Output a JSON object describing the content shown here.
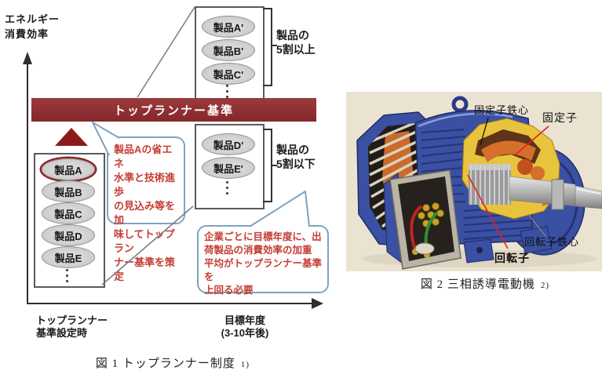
{
  "colors": {
    "banner_bg": "#85272b",
    "banner_bg_light": "#9a3a3c",
    "banner_text": "#ffffff",
    "accent_dark_red": "#8e1b1b",
    "bubble_border": "#7fa3c0",
    "bubble_text": "#c43c34",
    "ellipse_fill": "#c2c2c2",
    "ellipse_border": "#8f8f8f",
    "highlight_ring": "#8e2424",
    "box_border": "#5a5a5a",
    "line_gray": "#7a7a7a",
    "axis_color": "#2e2e2e",
    "photo_bg": "#eae3d2",
    "motor_blue": "#3a50a2",
    "motor_blue_dark": "#232b66",
    "motor_orange": "#d4702c",
    "motor_yellow": "#e8c33c",
    "wire_red": "#c42222",
    "wire_green": "#2f8f2f",
    "label_line_red": "#e02222"
  },
  "fig1": {
    "y_axis_label": "エネルギー\n消費効率",
    "banner_label": "トップランナー基準",
    "current_products": [
      "製品A",
      "製品B",
      "製品C",
      "製品D",
      "製品E"
    ],
    "future_top_products": [
      "製品A'",
      "製品B'",
      "製品C'"
    ],
    "future_bottom_products": [
      "製品D'",
      "製品E'"
    ],
    "top_bracket_label": "製品の\n5割以上",
    "bottom_bracket_label": "製品の\n5割以下",
    "bubble_standard": [
      "製品Aの省エネ",
      "水準と技術進歩",
      "の見込み等を加",
      "味してトップラン",
      "ナー基準を策定"
    ],
    "bubble_target": [
      "企業ごとに目標年度に、出",
      "荷製品の消費効率の加重",
      "平均がトップランナー基準を",
      "上回る必要"
    ],
    "x_axis_left_label": "トップランナー\n基準設定時",
    "x_axis_right_label": "目標年度\n(3-10年後)",
    "caption": "図 1 トップランナー制度",
    "caption_ref": "1)"
  },
  "fig2": {
    "labels": {
      "stator_core": "固定子鉄心",
      "stator": "固定子",
      "rotor_core": "回転子鉄心",
      "rotor": "回転子"
    },
    "caption": "図 2 三相誘導電動機",
    "caption_ref": "2)"
  }
}
